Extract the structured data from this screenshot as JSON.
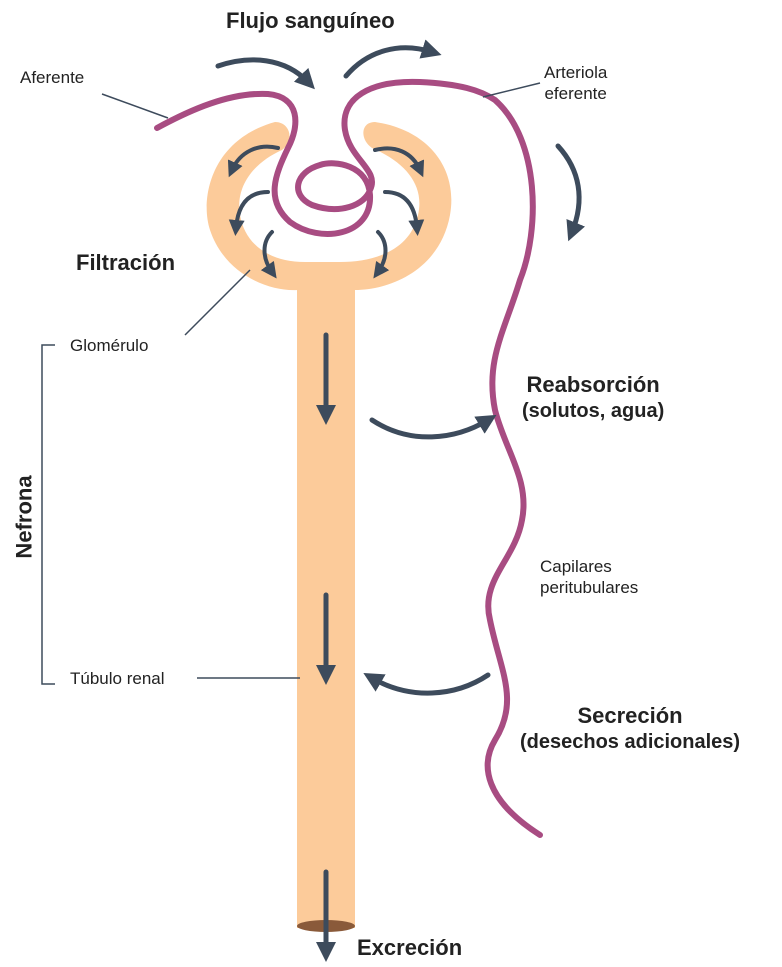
{
  "labels": {
    "flujo": "Flujo sanguíneo",
    "aferente": "Aferente",
    "arteriola_line1": "Arteriola",
    "arteriola_line2": "eferente",
    "filtracion": "Filtración",
    "glomerulo": "Glomérulo",
    "nefrona": "Nefrona",
    "reabsorcion": "Reabsorción",
    "reabsorcion_sub": "(solutos, agua)",
    "capilares_line1": "Capilares",
    "capilares_line2": "peritubulares",
    "tubulo": "Túbulo renal",
    "secrecion": "Secreción",
    "secrecion_sub": "(desechos adicionales)",
    "excrecion": "Excreción"
  },
  "colors": {
    "tubule": "#fccb9a",
    "vessel": "#a84c82",
    "arrow": "#3d4b5c",
    "leader": "#3d4b5c",
    "text": "#222222",
    "tubule_end": "#8a5a3a"
  },
  "icons": {
    "flow_arrow": "curved-arrow-icon",
    "down_arrow": "down-arrow-icon"
  }
}
